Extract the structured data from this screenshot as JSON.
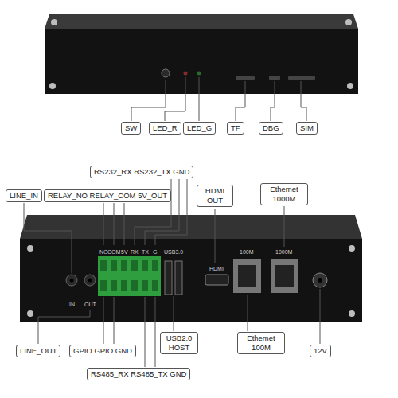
{
  "diagram": {
    "nodes": [
      {
        "text": [
          "SW"
        ]
      },
      {
        "text": [
          "LED_R"
        ]
      },
      {
        "text": [
          "LED_G"
        ]
      },
      {
        "text": [
          "TF"
        ]
      },
      {
        "text": [
          "DBG"
        ]
      },
      {
        "text": [
          "SIM"
        ]
      },
      {
        "text": [
          "RS232_RX RS232_TX GND"
        ]
      },
      {
        "text": [
          "LINE_IN"
        ]
      },
      {
        "text": [
          "RELAY_NO RELAY_COM 5V_OUT"
        ]
      },
      {
        "text": [
          "HDMI OUT"
        ]
      },
      {
        "text": [
          "Ethemet 1000M"
        ]
      },
      {
        "text": [
          "LINE_OUT"
        ]
      },
      {
        "text": [
          "GPIO GPIO GND"
        ]
      },
      {
        "text": [
          "USB2.0 HOST"
        ]
      },
      {
        "text": [
          "Ethemet 100M"
        ]
      },
      {
        "text": [
          "12V"
        ]
      },
      {
        "text": [
          "RS485_RX RS485_TX GND"
        ]
      }
    ],
    "labels": [
      "NO",
      "COM",
      "5V",
      "RX",
      "TX",
      "G",
      "USB3.0",
      "HDMI",
      "100M",
      "1000M",
      "IN",
      "OUT"
    ]
  }
}
